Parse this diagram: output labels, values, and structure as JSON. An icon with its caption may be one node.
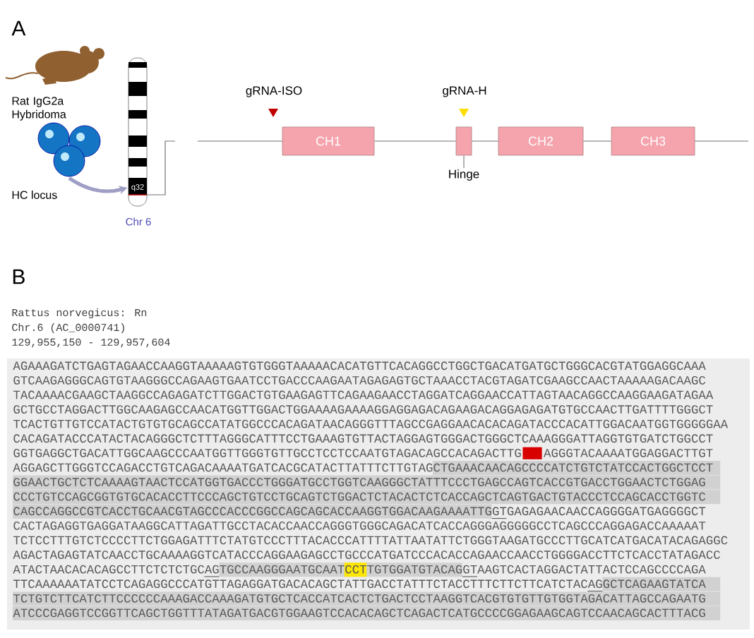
{
  "diagram": {
    "nodes": [
      {
        "text": [],
        "shape": "picture",
        "beside": [
          "Rat IgG2a Hybridoma"
        ]
      },
      {
        "text": [],
        "shape": "picture",
        "beside": [
          "Chr 6"
        ]
      },
      {
        "text": [
          "CH1"
        ]
      },
      {
        "text": [],
        "shape": "box"
      },
      {
        "text": [
          "CH2"
        ]
      },
      {
        "text": [
          "CH3"
        ]
      },
      {
        "text": [
          "Hinge"
        ]
      }
    ],
    "edges": [
      {
        "from": 0,
        "to": 1,
        "arrow": "to",
        "style": "thick"
      },
      {
        "from": 2,
        "to": 3,
        "arrow": "none"
      },
      {
        "from": 3,
        "to": 4,
        "arrow": "none"
      },
      {
        "from": 4,
        "to": 5,
        "arrow": "none"
      },
      {
        "from": 6,
        "to": 3,
        "arrow": "none"
      }
    ],
    "labels": [
      "A",
      "HC locus",
      "q32",
      "gRNA-ISO",
      "gRNA-H",
      "B",
      "Rattus norvegicus: Rn",
      "Chr.6 (AC_0000741)",
      "129,955,150 - 129,957,604",
      "AGAAAGATCTGAGTAGAACCAAGGTAAAAAGTGTGGGTAAAAACACATGTTCACAGGCCTGGCTGACATGATGCTGGGCACGTATGGAGGCAAA",
      "GTCAAGAGGGCAGTGTAAGGGCCAGAAGTGAATCCTGACCCAAGAATAGAGAGTGCTAAACCTACGTAGATCGAAGCCAACTAAAAAGACAAGC",
      "TACAAAACGAAGCTAAGGCCAGAGATCTTGGACTGTGAAGAGTTCAGAAGAACCTAGGATCAGGAACCATTAGTAACAGGCCAAGGAAGATAGAA",
      "GCTGCCTAGGACTTGGCAAGAGCCAACATGGTTGGACTGGAAAAGAAAAGGAGGAGACAGAAGACAGGAGAGATGTGCCAACTTGATTTTGGGCT",
      "TCACTGTTGTCCATACTGTGTGCAGCCATATGGCCCACAGATAACAGGGTTTAGCCGAGGAACACACAGATACCCACATTGGACAATGGTGGGGGAA",
      "CACAGATACCCATACTACAGGGCTCTTTAGGGCATTTCCTGAAAGTGTTACTAGGAGTGGGACTGGGCTCAAAGGGATTAGGTGTGATCTGGCCT",
      "GGTGAGGCTGACATTGGCAAGCCCAATGGTTGGGTGTTGCCTCCTCCAATGTAGACAGCCACAGACTTG",
      "AGGGTACAAAATGGAGGACTTGT",
      "AGGAGCTTGGGTCCAGACCTGTCAGACAAAATGATCACGCATACTTATTTCTTGTAGCTGAAACAACAGCCCCATCTGTCTATCCACTGGCTCCT",
      "GGAACTGCTCTCAAAAGTAACTCCATGGTGACCCTGGGATGCCTGGTCAAGGGCTATTTCCCTGAGCCAGTCACCGTGACCTGGAACTCTGGAG",
      "CCCTGTCCAGCGGTGTGCACACCTTCCCAGCTGTCCTGCAGTCTGGACTCTACACTCTCACCAGCTCAGTGACTGTACCCTCCAGCACCTGGTC",
      "CAGCCAGGCCGTCACCTGCAACGTAGCCCACCCGGCCAGCAGCACCAAGGTGGACAAGAAAATTGGTGAGAGAACAACCAGGGGATGAGGGGCT",
      "CACTAGAGGTGAGGATAAGGCATTAGATTGCCTACACCAACCAGGGTGGGCAGACATCACCAGGGAGGGGGCCTCAGCCCAGGAGACCAAAAAT",
      "TCTCCTTTGTCTCCCCTTCTGGAGATTTCTATGTCCCTTTACACCCATTTTATTAATATTCTGGGTAAGATGCCCTTGCATCATGACATACAGAGGC",
      "AGACTAGAGTATCAACCTGCAAAAGGTCATACCCAGGAAGAGCCTGCCCATGATCCCACACCAGAACCAACCTGGGGACCTTCTCACCTATAGACC",
      "ATACTAACACACAGCCTTCTCTCTGCAGTGCCAAGGGAATGCAATCCTTGTGGATGTACAGGTAAGTCACTAGGACTATTACTCCAGCCCCAGA",
      "TTCAAAAAATATCCTCAGAGGCCCATGTTAGAGGATGACACAGCTATTGACCTATTTCTACCTTTCTTCTTCATCTACAGGCTCAGAAGTATCA",
      "TCTGTCTTCATCTTCCCCCCAAAGACCAAAGATGTGCTCACCATCACTCTGACTCCTAAGGTCACGTGTGTTGTGGTAGACATTAGCCAGAATG",
      "ATCCCGAGGTCCGGTTCAGCTGGTTTATAGATGACGTGGAAGTCCACACAGCTCAGACTCATGCCCCGGAGAAGCAGTCCAACAGCACTTTACG"
    ]
  }
}
